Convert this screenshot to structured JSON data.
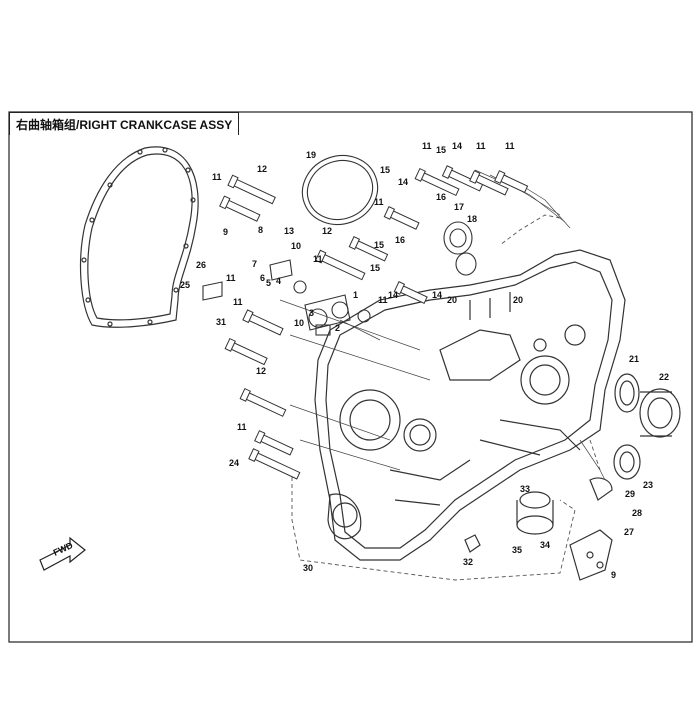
{
  "title": "右曲轴箱组/RIGHT CRANKCASE ASSY",
  "fwd_label": "FWD",
  "callouts": [
    "1",
    "2",
    "3",
    "4",
    "5",
    "6",
    "7",
    "8",
    "9",
    "9",
    "10",
    "10",
    "11",
    "11",
    "11",
    "11",
    "11",
    "11",
    "11",
    "11",
    "11",
    "11",
    "12",
    "12",
    "12",
    "13",
    "14",
    "14",
    "14",
    "14",
    "15",
    "15",
    "15",
    "15",
    "16",
    "16",
    "17",
    "18",
    "19",
    "20",
    "20",
    "21",
    "22",
    "23",
    "24",
    "25",
    "26",
    "27",
    "28",
    "29",
    "30",
    "31",
    "32",
    "33",
    "34",
    "35"
  ]
}
